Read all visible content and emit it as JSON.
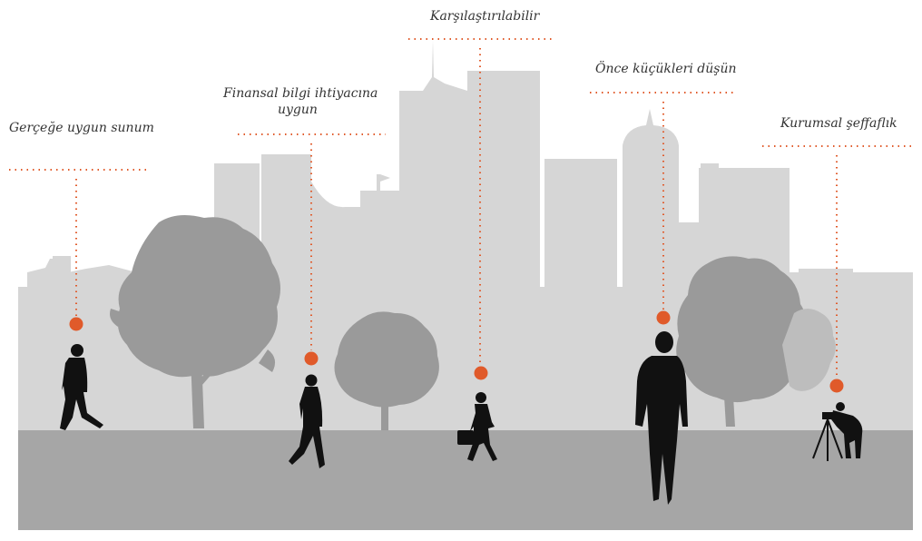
{
  "labels": [
    {
      "id": "gercege-uygun-sunum",
      "text": "Gerçeğe uygun sunum"
    },
    {
      "id": "finansal-bilgi-ihtiyacina-uygun",
      "line1": "Finansal bilgi ihtiyacına",
      "line2": "uygun"
    },
    {
      "id": "karsilastirilabilir",
      "text": "Karşılaştırılabilir"
    },
    {
      "id": "once-kucukleri-dusun",
      "text": "Önce küçükleri düşün"
    },
    {
      "id": "kurumsal-seffaflik",
      "text": "Kurumsal şeffaflık"
    }
  ],
  "colors": {
    "accent": "#e05a2a",
    "skyline": "#d6d6d6",
    "tree": "#9a9a9a",
    "ground": "#a6a6a6",
    "silhouette": "#111111"
  }
}
